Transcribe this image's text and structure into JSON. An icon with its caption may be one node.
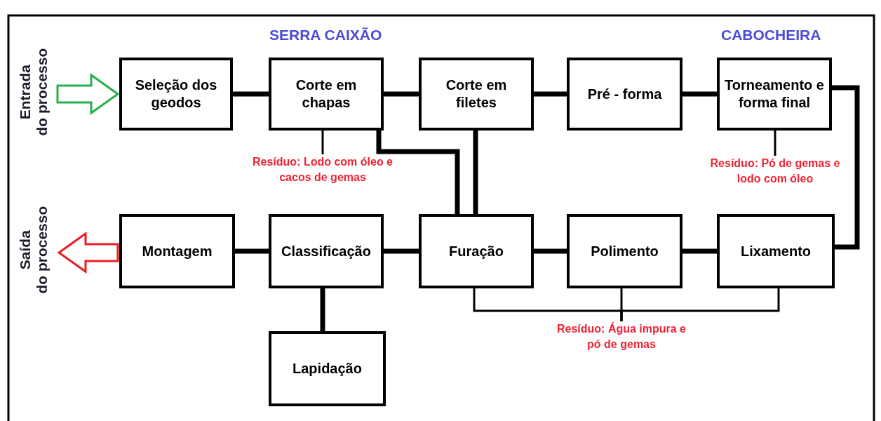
{
  "diagram": {
    "nodes": [
      {
        "text": [
          "Seleção dos geodos"
        ]
      },
      {
        "text": [
          "Corte em chapas"
        ]
      },
      {
        "text": [
          "Corte em filetes"
        ]
      },
      {
        "text": [
          "Pré - forma"
        ]
      },
      {
        "text": [
          "Torneamento e forma final"
        ]
      },
      {
        "text": [
          "Montagem"
        ]
      },
      {
        "text": [
          "Classificação"
        ]
      },
      {
        "text": [
          "Furação"
        ]
      },
      {
        "text": [
          "Polimento"
        ]
      },
      {
        "text": [
          "Lixamento"
        ]
      },
      {
        "text": [
          "Lapidação"
        ]
      },
      {
        "text": [
          "Entrada do processo"
        ]
      },
      {
        "text": [
          "Saída do processo"
        ]
      },
      {
        "text": [
          "Resíduo: Lodo com óleo e cacos de gemas"
        ]
      },
      {
        "text": [
          "Resíduo: Pó de gemas e lodo com óleo"
        ]
      },
      {
        "text": [
          "Resíduo: Água impura e pó de gemas"
        ]
      }
    ],
    "edges": [
      {
        "from": 0,
        "to": 1,
        "arrow": "none"
      },
      {
        "from": 1,
        "to": 2,
        "arrow": "none"
      },
      {
        "from": 2,
        "to": 3,
        "arrow": "none"
      },
      {
        "from": 3,
        "to": 4,
        "arrow": "none"
      },
      {
        "from": 4,
        "to": 9,
        "arrow": "none"
      },
      {
        "from": 1,
        "to": 7,
        "arrow": "none"
      },
      {
        "from": 2,
        "to": 7,
        "arrow": "none"
      },
      {
        "from": 9,
        "to": 8,
        "arrow": "none"
      },
      {
        "from": 8,
        "to": 7,
        "arrow": "none"
      },
      {
        "from": 7,
        "to": 6,
        "arrow": "none"
      },
      {
        "from": 6,
        "to": 5,
        "arrow": "none"
      },
      {
        "from": 6,
        "to": 10,
        "arrow": "none"
      },
      {
        "from": 11,
        "to": 0,
        "arrow": "to",
        "color": "#22b14c"
      },
      {
        "from": 5,
        "to": 12,
        "arrow": "to",
        "color": "#ed1c24"
      },
      {
        "from": 1,
        "to": 13,
        "arrow": "none"
      },
      {
        "from": 4,
        "to": 14,
        "arrow": "none"
      },
      {
        "from": 7,
        "to": 15,
        "arrow": "none"
      },
      {
        "from": 8,
        "to": 15,
        "arrow": "none"
      },
      {
        "from": 9,
        "to": 15,
        "arrow": "none"
      }
    ],
    "labels": [
      "SERRA CAIXÃO",
      "CABOCHEIRA"
    ]
  }
}
